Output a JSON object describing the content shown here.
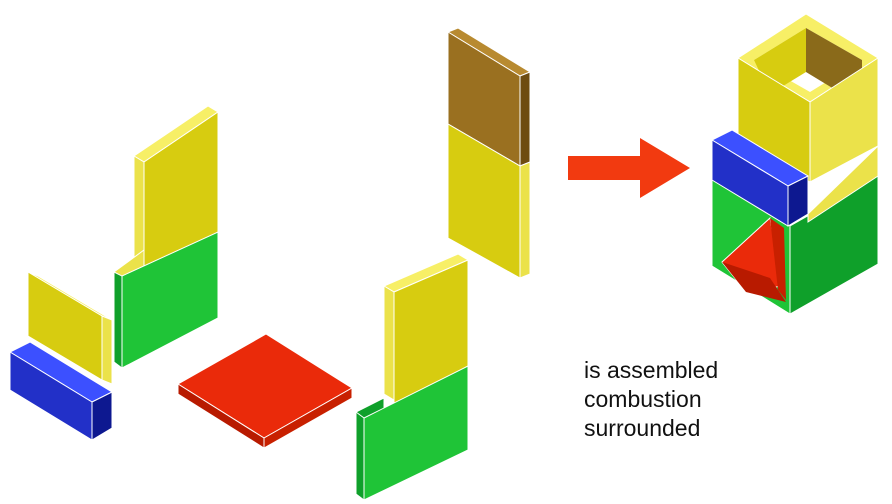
{
  "diagram": {
    "colors": {
      "yellow_front": "#d7cc10",
      "yellow_side": "#ebe24a",
      "yellow_top": "#f7ef66",
      "green_front": "#1fc437",
      "green_side": "#0fa02a",
      "blue_front": "#2230c8",
      "blue_side": "#0d1890",
      "blue_top": "#3c50ff",
      "red_front": "#ea2a0a",
      "red_side": "#b81a00",
      "brown_front": "#9a7020",
      "brown_side": "#6e4c10",
      "arrow": "#f23a10",
      "edge": "#ffffff"
    },
    "parts": [
      "yellow-plate",
      "yellow-green-plate",
      "blue-block",
      "red-slab",
      "tall-brown-yellow-plate",
      "yellow-green-plate-right",
      "assembled-box"
    ],
    "arrow_direction": "right"
  },
  "caption": {
    "lines": [
      "is assembled",
      "combustion",
      "surrounded"
    ]
  }
}
